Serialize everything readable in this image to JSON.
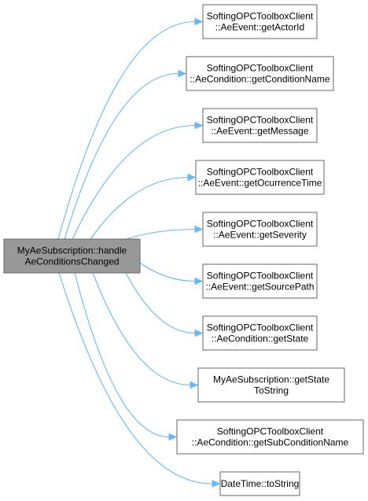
{
  "root": {
    "name": "root-function-node",
    "lines": [
      "MyAeSubscription::handle",
      "AeConditionsChanged"
    ]
  },
  "callees": [
    {
      "name": "callee-get-actor-id",
      "lines": [
        "SoftingOPCToolboxClient",
        "::AeEvent::getActorId"
      ]
    },
    {
      "name": "callee-get-condition-name",
      "lines": [
        "SoftingOPCToolboxClient",
        "::AeCondition::getConditionName"
      ]
    },
    {
      "name": "callee-get-message",
      "lines": [
        "SoftingOPCToolboxClient",
        "::AeEvent::getMessage"
      ]
    },
    {
      "name": "callee-get-ocurrence-time",
      "lines": [
        "SoftingOPCToolboxClient",
        "::AeEvent::getOcurrenceTime"
      ]
    },
    {
      "name": "callee-get-severity",
      "lines": [
        "SoftingOPCToolboxClient",
        "::AeEvent::getSeverity"
      ]
    },
    {
      "name": "callee-get-source-path",
      "lines": [
        "SoftingOPCToolboxClient",
        "::AeEvent::getSourcePath"
      ]
    },
    {
      "name": "callee-get-state",
      "lines": [
        "SoftingOPCToolboxClient",
        "::AeCondition::getState"
      ]
    },
    {
      "name": "callee-get-state-to-string",
      "lines": [
        "MyAeSubscription::getState",
        "ToString"
      ]
    },
    {
      "name": "callee-get-sub-condition-name",
      "lines": [
        "SoftingOPCToolboxClient",
        "::AeCondition::getSubConditionName"
      ]
    },
    {
      "name": "callee-date-time-to-string",
      "lines": [
        "DateTime::toString"
      ]
    }
  ],
  "colors": {
    "root_fill": "#999999",
    "node_fill": "#ffffff",
    "border": "#666666",
    "edge": "#63b8ff"
  }
}
